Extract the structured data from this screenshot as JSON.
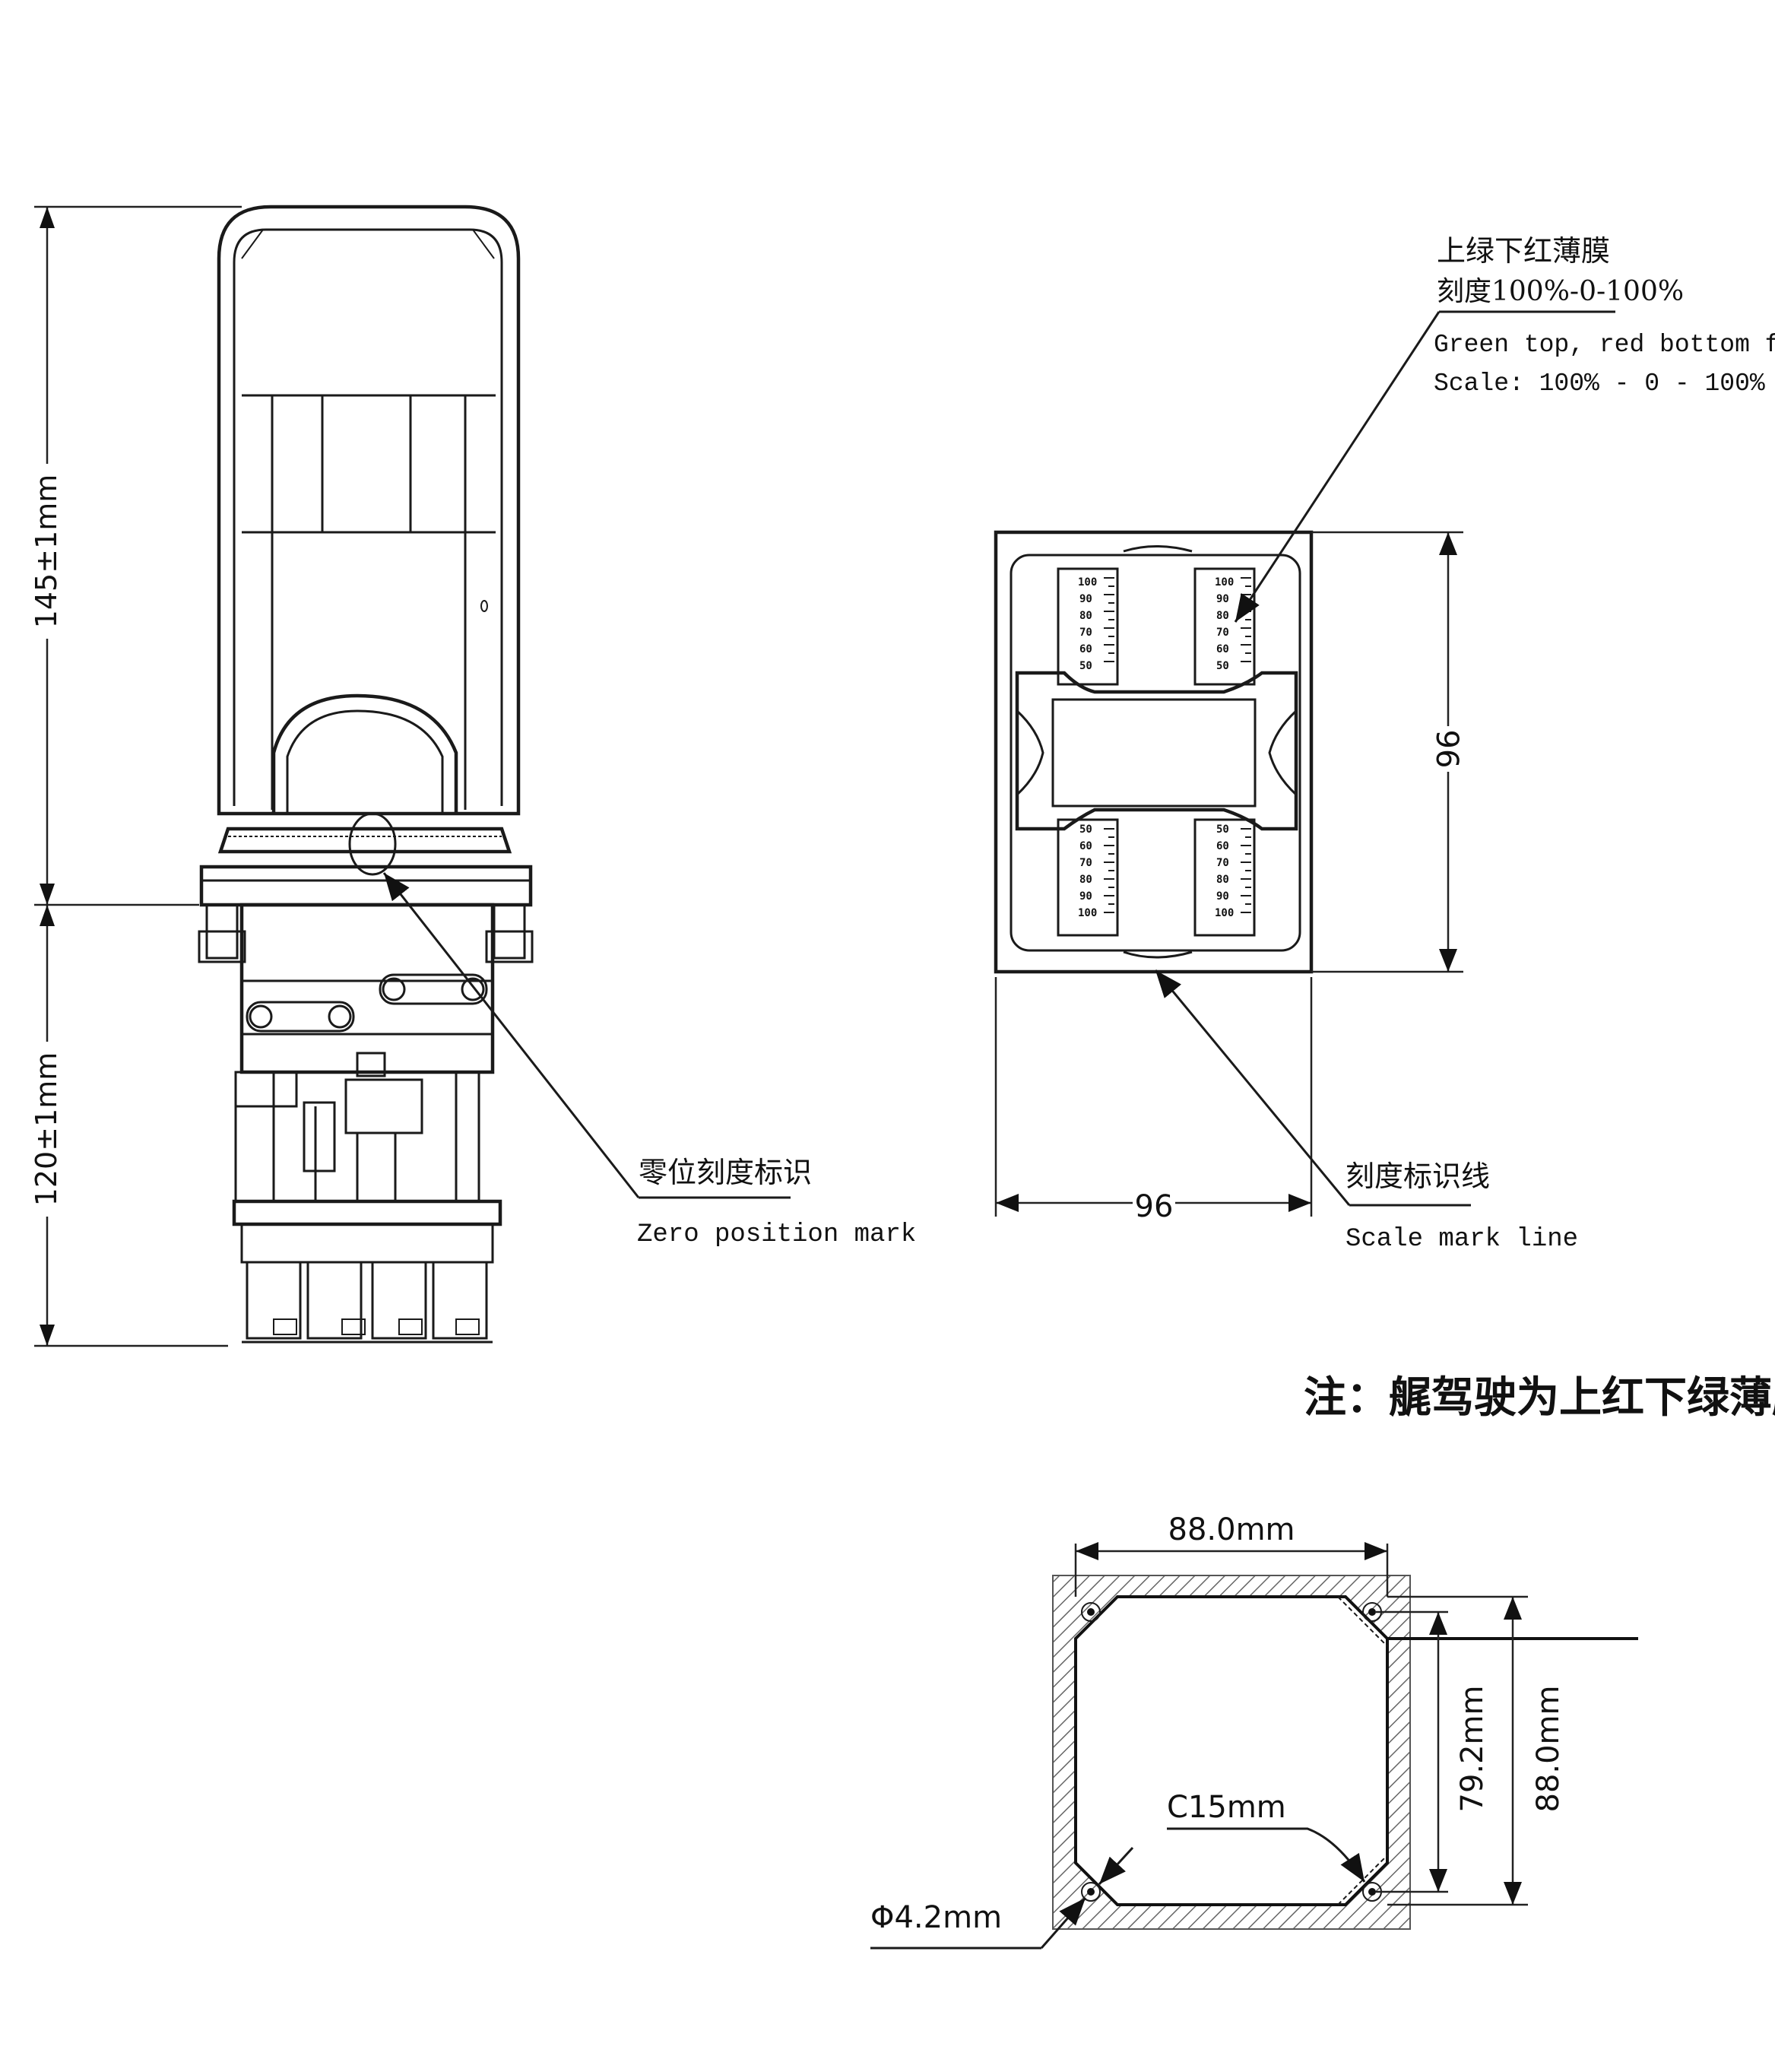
{
  "side_view": {
    "dim_upper": "145±1mm",
    "dim_lower": "120±1mm",
    "zero_mark_cn": "零位刻度标识",
    "zero_mark_en": "Zero position mark"
  },
  "top_view": {
    "film_cn_line1": "上绿下红薄膜",
    "film_cn_line2": "刻度100%-0-100%",
    "film_en_line1": "Green top, red bottom film",
    "film_en_line2": "Scale: 100% - 0 - 100%",
    "dim_width": "96",
    "dim_height": "96",
    "scale_line_cn": "刻度标识线",
    "scale_line_en": "Scale mark line",
    "scale_top": [
      "100",
      "90",
      "80",
      "70",
      "60",
      "50"
    ],
    "scale_bottom": [
      "50",
      "60",
      "70",
      "80",
      "90",
      "100"
    ]
  },
  "note": "注：艉驾驶为上红下绿薄膜",
  "cutout": {
    "width": "88.0mm",
    "height": "88.0mm",
    "hole_spacing": "79.2mm",
    "chamfer": "C15mm",
    "hole_dia": "Φ4.2mm"
  }
}
